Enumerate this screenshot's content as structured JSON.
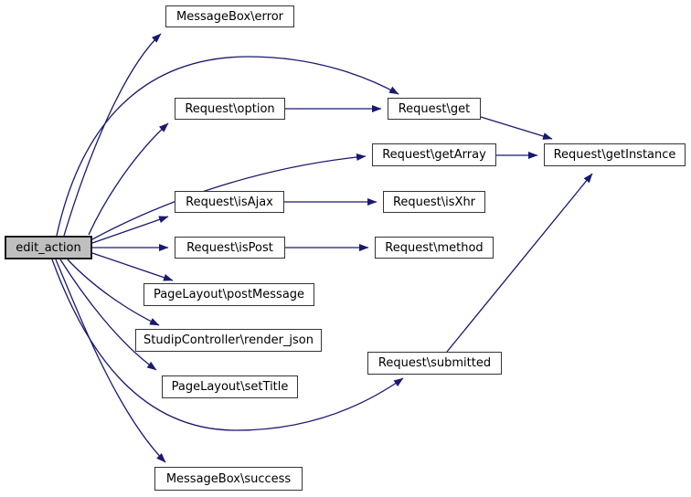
{
  "diagram": {
    "kind": "doxygen-call-graph",
    "root_function": "edit_action",
    "colors": {
      "background": "#ffffff",
      "edge": "#191970",
      "node_border": "#343434",
      "node_fill": "#ffffff",
      "root_node_fill": "#bfbfbf",
      "text": "#000000"
    },
    "nodes": [
      {
        "label": "edit_action",
        "is_root": true
      },
      {
        "label": "MessageBox\\error"
      },
      {
        "label": "Request\\option"
      },
      {
        "label": "Request\\get"
      },
      {
        "label": "Request\\getArray"
      },
      {
        "label": "Request\\getInstance"
      },
      {
        "label": "Request\\isAjax"
      },
      {
        "label": "Request\\isXhr"
      },
      {
        "label": "Request\\isPost"
      },
      {
        "label": "Request\\method"
      },
      {
        "label": "PageLayout\\postMessage"
      },
      {
        "label": "StudipController\\render_json"
      },
      {
        "label": "PageLayout\\setTitle"
      },
      {
        "label": "Request\\submitted"
      },
      {
        "label": "MessageBox\\success"
      }
    ],
    "edges": [
      {
        "from": "edit_action",
        "to": "MessageBox\\error"
      },
      {
        "from": "edit_action",
        "to": "Request\\get"
      },
      {
        "from": "edit_action",
        "to": "Request\\option"
      },
      {
        "from": "edit_action",
        "to": "Request\\getArray"
      },
      {
        "from": "edit_action",
        "to": "Request\\isAjax"
      },
      {
        "from": "edit_action",
        "to": "Request\\isPost"
      },
      {
        "from": "edit_action",
        "to": "PageLayout\\postMessage"
      },
      {
        "from": "edit_action",
        "to": "StudipController\\render_json"
      },
      {
        "from": "edit_action",
        "to": "PageLayout\\setTitle"
      },
      {
        "from": "edit_action",
        "to": "Request\\submitted"
      },
      {
        "from": "edit_action",
        "to": "MessageBox\\success"
      },
      {
        "from": "Request\\option",
        "to": "Request\\get"
      },
      {
        "from": "Request\\get",
        "to": "Request\\getInstance"
      },
      {
        "from": "Request\\getArray",
        "to": "Request\\getInstance"
      },
      {
        "from": "Request\\isAjax",
        "to": "Request\\isXhr"
      },
      {
        "from": "Request\\isPost",
        "to": "Request\\method"
      },
      {
        "from": "Request\\submitted",
        "to": "Request\\getInstance"
      }
    ]
  }
}
